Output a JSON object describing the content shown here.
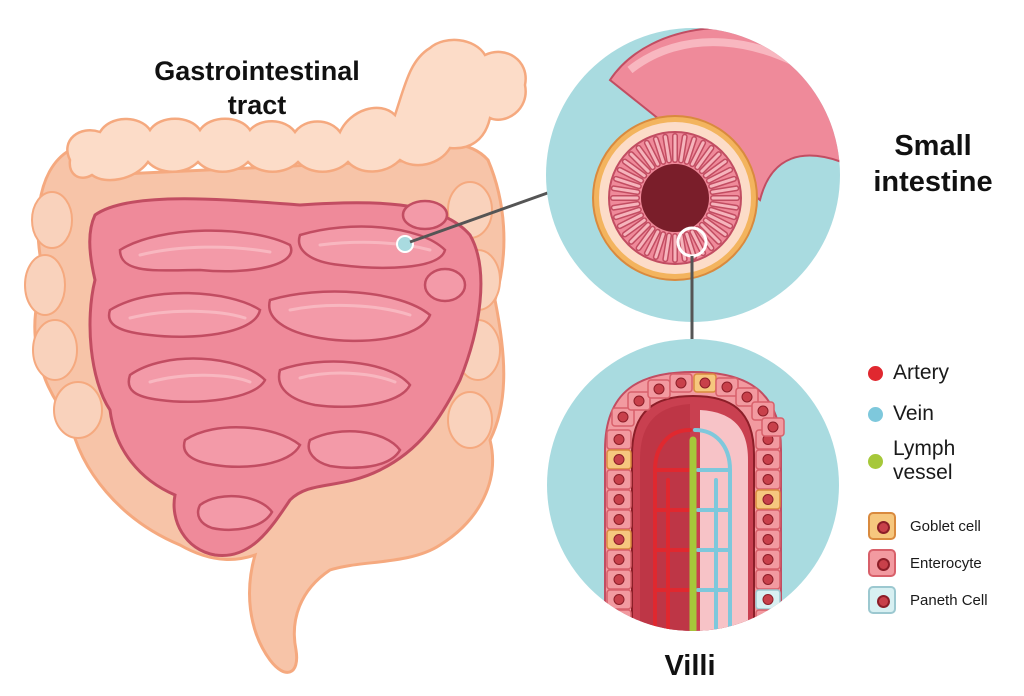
{
  "titles": {
    "gi_line1": "Gastrointestinal",
    "gi_line2": "tract",
    "si_line1": "Small",
    "si_line2": "intestine",
    "villi": "Villi"
  },
  "legend": {
    "vessels": [
      {
        "label": "Artery",
        "color": "#e0282f"
      },
      {
        "label": "Vein",
        "color": "#7ec8dc"
      },
      {
        "label_line1": "Lymph",
        "label_line2": "vessel",
        "color": "#a6c83a"
      }
    ],
    "cells": [
      {
        "label": "Goblet cell",
        "fill": "#f6c77e",
        "border": "#d98a3e"
      },
      {
        "label": "Enterocyte",
        "fill": "#f29aa0",
        "border": "#d8606a"
      },
      {
        "label": "Paneth Cell",
        "fill": "#d8f0f2",
        "border": "#9cc8d0"
      }
    ]
  },
  "colors": {
    "large_intestine": "#f7c4a8",
    "large_intestine_edge": "#f5a97f",
    "small_intestine": "#ef8a9a",
    "small_intestine_edge": "#c24d62",
    "transverse_colon": "#fcdcc8",
    "circle_bg": "#a9dbe0",
    "pointer_line": "#555555",
    "lumen": "#7a1e2a"
  }
}
